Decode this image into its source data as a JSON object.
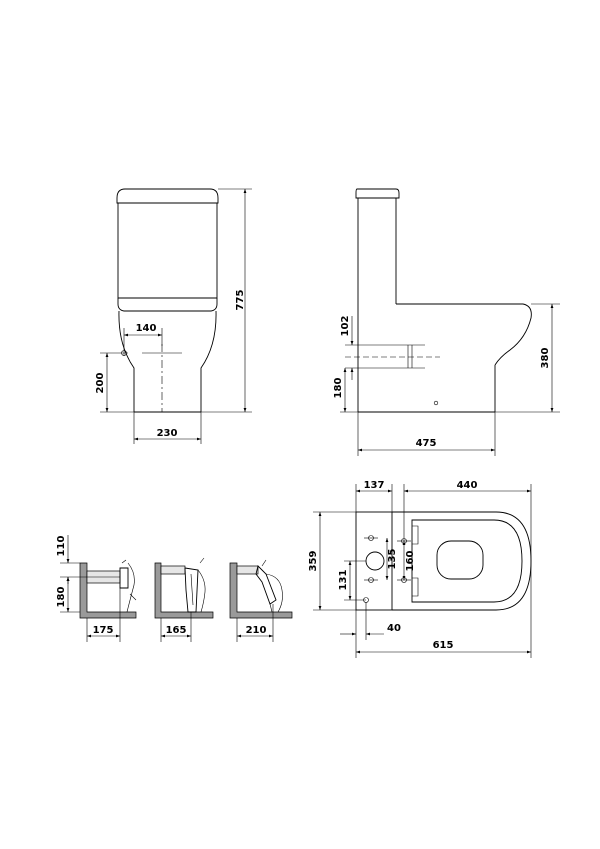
{
  "drawing": {
    "front": {
      "total_height": "775",
      "outlet_offset": "140",
      "outlet_height": "200",
      "base_width": "230"
    },
    "side": {
      "inlet_102": "102",
      "inlet_180": "180",
      "bowl_height": "380",
      "depth": "475"
    },
    "plan": {
      "tank_depth": "137",
      "bowl_length": "440",
      "width": "359",
      "dim_131": "131",
      "dim_135": "135",
      "dim_160": "160",
      "dim_40": "40",
      "total_length": "615"
    },
    "details": {
      "d110": "110",
      "d180": "180",
      "d175": "175",
      "d165": "165",
      "d210": "210"
    }
  }
}
